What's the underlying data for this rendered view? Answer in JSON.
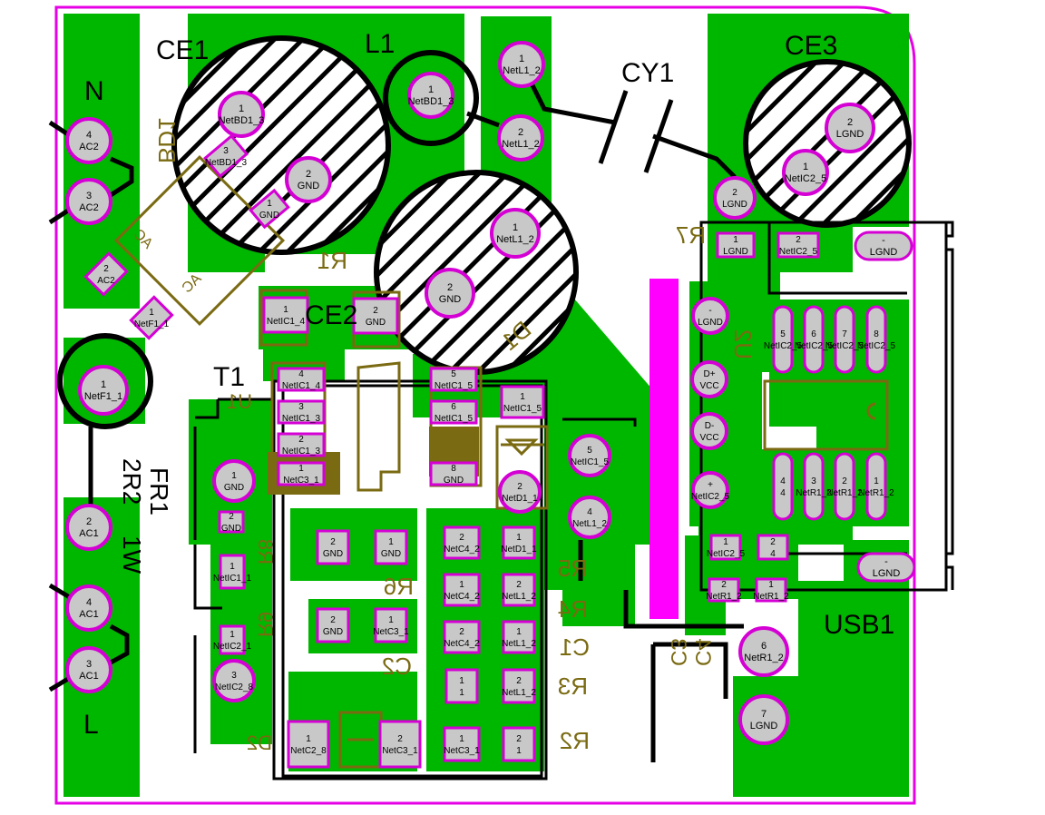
{
  "colors": {
    "copper": "#00b700",
    "pad_fill": "#c8c8c8",
    "pad_ring": "#d400d4",
    "outline": "#e600e6",
    "silk_top": "#000000",
    "silk_bottom": "#7a6a12",
    "magenta_bar": "#ff00ff"
  },
  "labels": {
    "ce1": "CE1",
    "l1": "L1",
    "cy1": "CY1",
    "ce3": "CE3",
    "n": "N",
    "l": "L",
    "ce2": "CE2",
    "t1": "T1",
    "fr1": "FR1",
    "r2r2": "2R2",
    "w1": "1W",
    "usb1": "USB1",
    "bd1": "BD1",
    "r1": "R1",
    "d1": "D1",
    "r7": "R7",
    "u2": "U2",
    "u1": "U1",
    "r6": "R6",
    "r5": "R5",
    "r4": "R4",
    "c1": "C1",
    "c2": "C2",
    "r3": "R3",
    "r2": "R2",
    "c3": "C3",
    "c4": "C4",
    "r8": "R8",
    "r9": "R9",
    "d2": "D2",
    "ac_top": "AC",
    "ac_bot": "AC"
  },
  "pads": [
    {
      "num": "4",
      "net": "AC2"
    },
    {
      "num": "3",
      "net": "AC2"
    },
    {
      "num": "2",
      "net": "AC2"
    },
    {
      "num": "1",
      "net": "NetF1_1"
    },
    {
      "num": "1",
      "net": "NetF1_1"
    },
    {
      "num": "2",
      "net": "AC1"
    },
    {
      "num": "4",
      "net": "AC1"
    },
    {
      "num": "3",
      "net": "AC1"
    },
    {
      "num": "1",
      "net": "NetBD1_3"
    },
    {
      "num": "3",
      "net": "NetBD1_3"
    },
    {
      "num": "2",
      "net": "GND"
    },
    {
      "num": "1",
      "net": "GND"
    },
    {
      "num": "1",
      "net": "NetBD1_3"
    },
    {
      "num": "1",
      "net": "NetL1_2"
    },
    {
      "num": "2",
      "net": "NetL1_2"
    },
    {
      "num": "1",
      "net": "NetL1_2"
    },
    {
      "num": "2",
      "net": "GND"
    },
    {
      "num": "2",
      "net": "LGND"
    },
    {
      "num": "1",
      "net": "NetIC2_5"
    },
    {
      "num": "2",
      "net": "LGND"
    },
    {
      "num": "1",
      "net": "NetIC1_4"
    },
    {
      "num": "2",
      "net": "GND"
    },
    {
      "num": "-",
      "net": "LGND"
    },
    {
      "num": "D+",
      "net": "VCC"
    },
    {
      "num": "D-",
      "net": "VCC"
    },
    {
      "num": "+",
      "net": "NetIC2_5"
    },
    {
      "num": "1",
      "net": "LGND"
    },
    {
      "num": "2",
      "net": "NetIC2_5"
    },
    {
      "num": "-",
      "net": "LGND"
    },
    {
      "num": "-",
      "net": "LGND"
    },
    {
      "num": "4",
      "net": "NetIC1_4"
    },
    {
      "num": "3",
      "net": "NetIC1_3"
    },
    {
      "num": "2",
      "net": "NetIC1_3"
    },
    {
      "num": "1",
      "net": "NetC3_1"
    },
    {
      "num": "5",
      "net": "NetIC1_5"
    },
    {
      "num": "6",
      "net": "NetIC1_5"
    },
    {
      "num": "1",
      "net": "NetIC1_5"
    },
    {
      "num": "8",
      "net": "GND"
    },
    {
      "num": "2",
      "net": "NetD1_1"
    },
    {
      "num": "5",
      "net": "NetIC1_5"
    },
    {
      "num": "4",
      "net": "NetL1_2"
    },
    {
      "num": "1",
      "net": "GND"
    },
    {
      "num": "2",
      "net": "GND"
    },
    {
      "num": "1",
      "net": "NetIC1_1"
    },
    {
      "num": "1",
      "net": "NetIC2_1"
    },
    {
      "num": "3",
      "net": "NetIC2_8"
    },
    {
      "num": "2",
      "net": "GND"
    },
    {
      "num": "1",
      "net": "GND"
    },
    {
      "num": "2",
      "net": "GND"
    },
    {
      "num": "1",
      "net": "NetC3_1"
    },
    {
      "num": "2",
      "net": "NetC4_2"
    },
    {
      "num": "1",
      "net": "NetC4_2"
    },
    {
      "num": "2",
      "net": "NetC4_2"
    },
    {
      "num": "1",
      "net": "1"
    },
    {
      "num": "1",
      "net": "NetD1_1"
    },
    {
      "num": "2",
      "net": "NetL1_2"
    },
    {
      "num": "1",
      "net": "NetL1_2"
    },
    {
      "num": "2",
      "net": "NetL1_2"
    },
    {
      "num": "1",
      "net": "NetC2_8"
    },
    {
      "num": "2",
      "net": "NetC3_1"
    },
    {
      "num": "1",
      "net": "NetC3_1"
    },
    {
      "num": "2",
      "net": "1"
    },
    {
      "num": "5",
      "net": "NetIC2_5"
    },
    {
      "num": "6",
      "net": "NetIC2_5"
    },
    {
      "num": "7",
      "net": "NetIC2_5"
    },
    {
      "num": "8",
      "net": "NetIC2_5"
    },
    {
      "num": "4",
      "net": "4"
    },
    {
      "num": "3",
      "net": "NetR1_2"
    },
    {
      "num": "2",
      "net": "NetR1_2"
    },
    {
      "num": "1",
      "net": "NetR1_2"
    },
    {
      "num": "1",
      "net": "NetIC2_5"
    },
    {
      "num": "2",
      "net": "4"
    },
    {
      "num": "2",
      "net": "NetR1_2"
    },
    {
      "num": "1",
      "net": "NetR1_2"
    },
    {
      "num": "6",
      "net": "NetR1_2"
    },
    {
      "num": "7",
      "net": "LGND"
    }
  ]
}
